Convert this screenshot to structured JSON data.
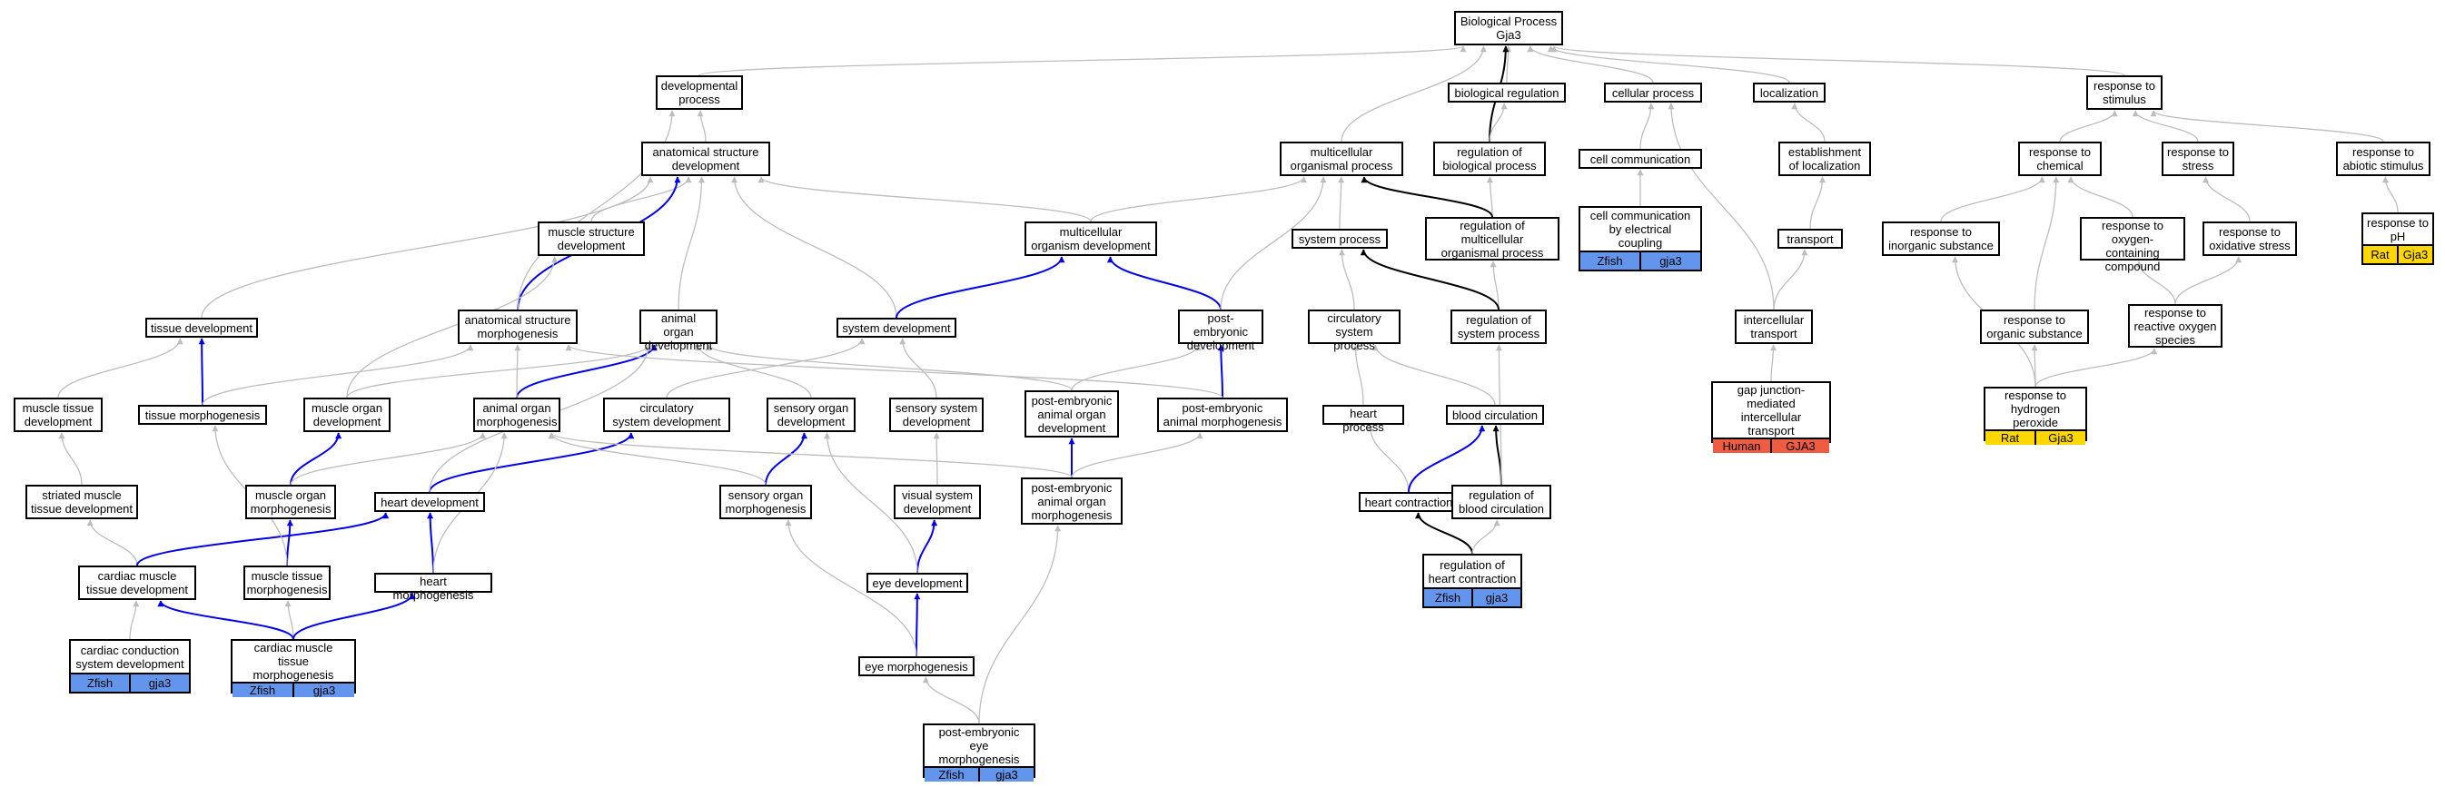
{
  "colors": {
    "edge_is_a": "#bdbdbd",
    "edge_part_of": "#0000ee",
    "edge_regulates": "#000000",
    "species_zebrafish": "#6495ed",
    "species_human": "#ee5c42",
    "species_rat": "#ffd700"
  },
  "nodes": [
    {
      "id": "bp",
      "label": "Biological Process\nGja3"
    },
    {
      "id": "dev_proc",
      "label": "developmental\nprocess"
    },
    {
      "id": "bio_reg",
      "label": "biological regulation"
    },
    {
      "id": "cell_proc",
      "label": "cellular process"
    },
    {
      "id": "localization",
      "label": "localization"
    },
    {
      "id": "resp_stim",
      "label": "response to\nstimulus"
    },
    {
      "id": "anat_dev",
      "label": "anatomical structure\ndevelopment"
    },
    {
      "id": "multi_proc",
      "label": "multicellular\norganismal process"
    },
    {
      "id": "reg_bio",
      "label": "regulation of\nbiological process"
    },
    {
      "id": "cell_comm",
      "label": "cell communication"
    },
    {
      "id": "est_loc",
      "label": "establishment\nof localization"
    },
    {
      "id": "resp_chem",
      "label": "response to\nchemical"
    },
    {
      "id": "resp_stress",
      "label": "response to\nstress"
    },
    {
      "id": "resp_abiotic",
      "label": "response to\nabiotic stimulus"
    },
    {
      "id": "muscle_struct",
      "label": "muscle structure\ndevelopment"
    },
    {
      "id": "multi_org_dev",
      "label": "multicellular\norganism development"
    },
    {
      "id": "sys_proc",
      "label": "system process"
    },
    {
      "id": "reg_multi",
      "label": "regulation of\nmulticellular\norganismal process"
    },
    {
      "id": "cell_comm_elec",
      "label": "cell communication\nby electrical\ncoupling",
      "annotation": {
        "species": "Zfish",
        "gene": "gja3",
        "color": "zebrafish"
      }
    },
    {
      "id": "transport",
      "label": "transport"
    },
    {
      "id": "resp_inorg",
      "label": "response to\ninorganic substance"
    },
    {
      "id": "resp_oxy",
      "label": "response to\noxygen-containing\ncompound"
    },
    {
      "id": "resp_oxstress",
      "label": "response to\noxidative stress"
    },
    {
      "id": "resp_ph",
      "label": "response to\npH",
      "annotation": {
        "species": "Rat",
        "gene": "Gja3",
        "color": "rat"
      }
    },
    {
      "id": "tissue_dev",
      "label": "tissue development"
    },
    {
      "id": "anat_morph",
      "label": "anatomical structure\nmorphogenesis"
    },
    {
      "id": "animal_organ_dev",
      "label": "animal organ\ndevelopment"
    },
    {
      "id": "system_dev",
      "label": "system development"
    },
    {
      "id": "pe_dev",
      "label": "post-embryonic\ndevelopment"
    },
    {
      "id": "circ_sys_proc",
      "label": "circulatory\nsystem process"
    },
    {
      "id": "reg_sys_proc",
      "label": "regulation of\nsystem process"
    },
    {
      "id": "intercell_transport",
      "label": "intercellular\ntransport"
    },
    {
      "id": "resp_org",
      "label": "response to\norganic substance"
    },
    {
      "id": "resp_ros",
      "label": "response to\nreactive oxygen\nspecies"
    },
    {
      "id": "muscle_tissue_dev",
      "label": "muscle tissue\ndevelopment"
    },
    {
      "id": "tissue_morph",
      "label": "tissue morphogenesis"
    },
    {
      "id": "muscle_organ_dev",
      "label": "muscle organ\ndevelopment"
    },
    {
      "id": "animal_organ_morph",
      "label": "animal organ\nmorphogenesis"
    },
    {
      "id": "circ_sys_dev",
      "label": "circulatory\nsystem development"
    },
    {
      "id": "sens_organ_dev",
      "label": "sensory organ\ndevelopment"
    },
    {
      "id": "sens_sys_dev",
      "label": "sensory system\ndevelopment"
    },
    {
      "id": "pe_animal_organ_dev",
      "label": "post-embryonic\nanimal organ\ndevelopment"
    },
    {
      "id": "pe_animal_morph",
      "label": "post-embryonic\nanimal morphogenesis"
    },
    {
      "id": "heart_proc",
      "label": "heart process"
    },
    {
      "id": "blood_circ",
      "label": "blood circulation"
    },
    {
      "id": "gap_junction",
      "label": "gap junction-mediated\nintercellular\ntransport",
      "annotation": {
        "species": "Human",
        "gene": "GJA3",
        "color": "human"
      }
    },
    {
      "id": "resp_h2o2",
      "label": "response to\nhydrogen peroxide",
      "annotation": {
        "species": "Rat",
        "gene": "Gja3",
        "color": "rat"
      }
    },
    {
      "id": "striated_muscle",
      "label": "striated muscle\ntissue development"
    },
    {
      "id": "muscle_organ_morph",
      "label": "muscle organ\nmorphogenesis"
    },
    {
      "id": "heart_dev",
      "label": "heart development"
    },
    {
      "id": "sens_organ_morph",
      "label": "sensory organ\nmorphogenesis"
    },
    {
      "id": "visual_sys_dev",
      "label": "visual system\ndevelopment"
    },
    {
      "id": "pe_animal_organ_morph",
      "label": "post-embryonic\nanimal organ\nmorphogenesis"
    },
    {
      "id": "heart_contraction",
      "label": "heart contraction"
    },
    {
      "id": "reg_blood_circ",
      "label": "regulation of\nblood circulation"
    },
    {
      "id": "cardiac_muscle_dev",
      "label": "cardiac muscle\ntissue development"
    },
    {
      "id": "muscle_tissue_morph",
      "label": "muscle tissue\nmorphogenesis"
    },
    {
      "id": "heart_morph",
      "label": "heart morphogenesis"
    },
    {
      "id": "eye_dev",
      "label": "eye development"
    },
    {
      "id": "reg_heart_contr",
      "label": "regulation of\nheart contraction",
      "annotation": {
        "species": "Zfish",
        "gene": "gja3",
        "color": "zebrafish"
      }
    },
    {
      "id": "cardiac_conduction",
      "label": "cardiac conduction\nsystem development",
      "annotation": {
        "species": "Zfish",
        "gene": "gja3",
        "color": "zebrafish"
      }
    },
    {
      "id": "cardiac_muscle_morph",
      "label": "cardiac muscle\ntissue morphogenesis",
      "annotation": {
        "species": "Zfish",
        "gene": "gja3",
        "color": "zebrafish"
      }
    },
    {
      "id": "eye_morph",
      "label": "eye morphogenesis"
    },
    {
      "id": "pe_eye_morph",
      "label": "post-embryonic\neye morphogenesis",
      "annotation": {
        "species": "Zfish",
        "gene": "gja3",
        "color": "zebrafish"
      }
    }
  ],
  "edges": [
    {
      "from": "dev_proc",
      "to": "bp",
      "type": "is_a"
    },
    {
      "from": "bio_reg",
      "to": "bp",
      "type": "is_a"
    },
    {
      "from": "cell_proc",
      "to": "bp",
      "type": "is_a"
    },
    {
      "from": "localization",
      "to": "bp",
      "type": "is_a"
    },
    {
      "from": "resp_stim",
      "to": "bp",
      "type": "is_a"
    },
    {
      "from": "multi_proc",
      "to": "bp",
      "type": "is_a"
    },
    {
      "from": "reg_bio",
      "to": "bp",
      "type": "regulates"
    },
    {
      "from": "anat_dev",
      "to": "dev_proc",
      "type": "is_a"
    },
    {
      "from": "reg_bio",
      "to": "bio_reg",
      "type": "is_a"
    },
    {
      "from": "cell_comm",
      "to": "cell_proc",
      "type": "is_a"
    },
    {
      "from": "est_loc",
      "to": "localization",
      "type": "is_a"
    },
    {
      "from": "resp_chem",
      "to": "resp_stim",
      "type": "is_a"
    },
    {
      "from": "resp_stress",
      "to": "resp_stim",
      "type": "is_a"
    },
    {
      "from": "resp_abiotic",
      "to": "resp_stim",
      "type": "is_a"
    },
    {
      "from": "muscle_struct",
      "to": "anat_dev",
      "type": "is_a"
    },
    {
      "from": "multi_org_dev",
      "to": "anat_dev",
      "type": "is_a"
    },
    {
      "from": "multi_org_dev",
      "to": "multi_proc",
      "type": "is_a"
    },
    {
      "from": "sys_proc",
      "to": "multi_proc",
      "type": "is_a"
    },
    {
      "from": "reg_multi",
      "to": "reg_bio",
      "type": "is_a"
    },
    {
      "from": "reg_multi",
      "to": "multi_proc",
      "type": "regulates"
    },
    {
      "from": "cell_comm_elec",
      "to": "cell_comm",
      "type": "is_a"
    },
    {
      "from": "transport",
      "to": "est_loc",
      "type": "is_a"
    },
    {
      "from": "resp_inorg",
      "to": "resp_chem",
      "type": "is_a"
    },
    {
      "from": "resp_oxy",
      "to": "resp_chem",
      "type": "is_a"
    },
    {
      "from": "resp_oxstress",
      "to": "resp_stress",
      "type": "is_a"
    },
    {
      "from": "resp_ph",
      "to": "resp_abiotic",
      "type": "is_a"
    },
    {
      "from": "tissue_dev",
      "to": "anat_dev",
      "type": "is_a"
    },
    {
      "from": "anat_morph",
      "to": "anat_dev",
      "type": "part_of"
    },
    {
      "from": "anat_morph",
      "to": "dev_proc",
      "type": "is_a"
    },
    {
      "from": "animal_organ_dev",
      "to": "anat_dev",
      "type": "is_a"
    },
    {
      "from": "system_dev",
      "to": "anat_dev",
      "type": "is_a"
    },
    {
      "from": "system_dev",
      "to": "multi_org_dev",
      "type": "part_of"
    },
    {
      "from": "pe_dev",
      "to": "multi_org_dev",
      "type": "part_of"
    },
    {
      "from": "pe_dev",
      "to": "multi_proc",
      "type": "is_a"
    },
    {
      "from": "circ_sys_proc",
      "to": "sys_proc",
      "type": "is_a"
    },
    {
      "from": "reg_sys_proc",
      "to": "reg_multi",
      "type": "is_a"
    },
    {
      "from": "reg_sys_proc",
      "to": "sys_proc",
      "type": "regulates"
    },
    {
      "from": "intercell_transport",
      "to": "transport",
      "type": "is_a"
    },
    {
      "from": "intercell_transport",
      "to": "cell_proc",
      "type": "is_a"
    },
    {
      "from": "resp_org",
      "to": "resp_chem",
      "type": "is_a"
    },
    {
      "from": "resp_ros",
      "to": "resp_oxy",
      "type": "is_a"
    },
    {
      "from": "resp_ros",
      "to": "resp_oxstress",
      "type": "is_a"
    },
    {
      "from": "muscle_tissue_dev",
      "to": "tissue_dev",
      "type": "is_a"
    },
    {
      "from": "tissue_morph",
      "to": "tissue_dev",
      "type": "part_of"
    },
    {
      "from": "tissue_morph",
      "to": "anat_morph",
      "type": "is_a"
    },
    {
      "from": "muscle_organ_dev",
      "to": "muscle_struct",
      "type": "is_a"
    },
    {
      "from": "muscle_organ_dev",
      "to": "animal_organ_dev",
      "type": "is_a"
    },
    {
      "from": "animal_organ_morph",
      "to": "animal_organ_dev",
      "type": "part_of"
    },
    {
      "from": "animal_organ_morph",
      "to": "anat_morph",
      "type": "is_a"
    },
    {
      "from": "circ_sys_dev",
      "to": "system_dev",
      "type": "is_a"
    },
    {
      "from": "sens_organ_dev",
      "to": "animal_organ_dev",
      "type": "is_a"
    },
    {
      "from": "sens_sys_dev",
      "to": "system_dev",
      "type": "is_a"
    },
    {
      "from": "pe_animal_organ_dev",
      "to": "animal_organ_dev",
      "type": "is_a"
    },
    {
      "from": "pe_animal_organ_dev",
      "to": "pe_dev",
      "type": "is_a"
    },
    {
      "from": "pe_animal_morph",
      "to": "pe_dev",
      "type": "part_of"
    },
    {
      "from": "pe_animal_morph",
      "to": "anat_morph",
      "type": "is_a"
    },
    {
      "from": "heart_proc",
      "to": "circ_sys_proc",
      "type": "is_a"
    },
    {
      "from": "blood_circ",
      "to": "circ_sys_proc",
      "type": "is_a"
    },
    {
      "from": "gap_junction",
      "to": "intercell_transport",
      "type": "is_a"
    },
    {
      "from": "resp_h2o2",
      "to": "resp_inorg",
      "type": "is_a"
    },
    {
      "from": "resp_h2o2",
      "to": "resp_org",
      "type": "is_a"
    },
    {
      "from": "resp_h2o2",
      "to": "resp_ros",
      "type": "is_a"
    },
    {
      "from": "striated_muscle",
      "to": "muscle_tissue_dev",
      "type": "is_a"
    },
    {
      "from": "muscle_organ_morph",
      "to": "muscle_organ_dev",
      "type": "part_of"
    },
    {
      "from": "muscle_organ_morph",
      "to": "animal_organ_morph",
      "type": "is_a"
    },
    {
      "from": "heart_dev",
      "to": "circ_sys_dev",
      "type": "part_of"
    },
    {
      "from": "heart_dev",
      "to": "animal_organ_dev",
      "type": "is_a"
    },
    {
      "from": "sens_organ_morph",
      "to": "sens_organ_dev",
      "type": "part_of"
    },
    {
      "from": "sens_organ_morph",
      "to": "animal_organ_morph",
      "type": "is_a"
    },
    {
      "from": "visual_sys_dev",
      "to": "sens_sys_dev",
      "type": "is_a"
    },
    {
      "from": "pe_animal_organ_morph",
      "to": "pe_animal_organ_dev",
      "type": "part_of"
    },
    {
      "from": "pe_animal_organ_morph",
      "to": "pe_animal_morph",
      "type": "is_a"
    },
    {
      "from": "pe_animal_organ_morph",
      "to": "animal_organ_morph",
      "type": "is_a"
    },
    {
      "from": "heart_contraction",
      "to": "heart_proc",
      "type": "is_a"
    },
    {
      "from": "heart_contraction",
      "to": "blood_circ",
      "type": "part_of"
    },
    {
      "from": "reg_blood_circ",
      "to": "blood_circ",
      "type": "regulates"
    },
    {
      "from": "reg_blood_circ",
      "to": "reg_sys_proc",
      "type": "is_a"
    },
    {
      "from": "cardiac_muscle_dev",
      "to": "striated_muscle",
      "type": "is_a"
    },
    {
      "from": "cardiac_muscle_dev",
      "to": "heart_dev",
      "type": "part_of"
    },
    {
      "from": "muscle_tissue_morph",
      "to": "muscle_organ_morph",
      "type": "part_of"
    },
    {
      "from": "muscle_tissue_morph",
      "to": "tissue_morph",
      "type": "is_a"
    },
    {
      "from": "heart_morph",
      "to": "heart_dev",
      "type": "part_of"
    },
    {
      "from": "heart_morph",
      "to": "animal_organ_morph",
      "type": "is_a"
    },
    {
      "from": "eye_dev",
      "to": "visual_sys_dev",
      "type": "part_of"
    },
    {
      "from": "eye_dev",
      "to": "sens_organ_dev",
      "type": "is_a"
    },
    {
      "from": "reg_heart_contr",
      "to": "heart_contraction",
      "type": "regulates"
    },
    {
      "from": "reg_heart_contr",
      "to": "reg_blood_circ",
      "type": "is_a"
    },
    {
      "from": "cardiac_conduction",
      "to": "cardiac_muscle_dev",
      "type": "is_a"
    },
    {
      "from": "cardiac_muscle_morph",
      "to": "cardiac_muscle_dev",
      "type": "part_of"
    },
    {
      "from": "cardiac_muscle_morph",
      "to": "muscle_tissue_morph",
      "type": "is_a"
    },
    {
      "from": "cardiac_muscle_morph",
      "to": "heart_morph",
      "type": "part_of"
    },
    {
      "from": "eye_morph",
      "to": "eye_dev",
      "type": "part_of"
    },
    {
      "from": "eye_morph",
      "to": "sens_organ_morph",
      "type": "is_a"
    },
    {
      "from": "pe_eye_morph",
      "to": "eye_morph",
      "type": "is_a"
    },
    {
      "from": "pe_eye_morph",
      "to": "pe_animal_organ_morph",
      "type": "is_a"
    }
  ]
}
